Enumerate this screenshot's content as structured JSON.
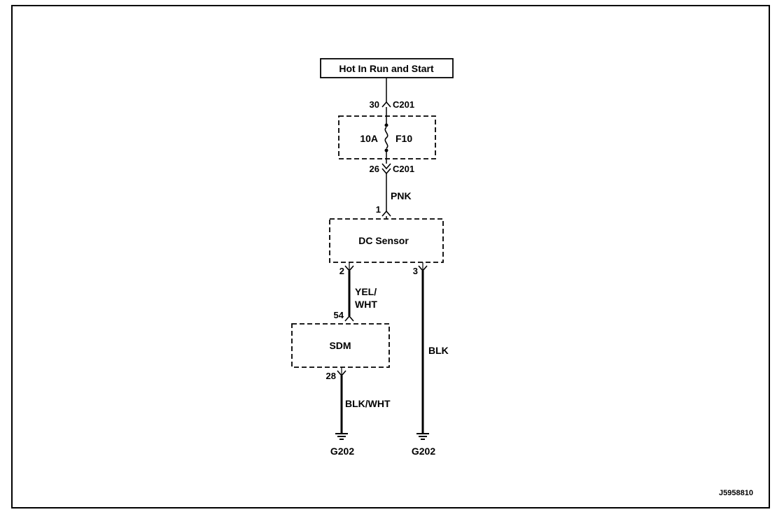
{
  "power_source": {
    "label": "Hot In Run and Start"
  },
  "connector_top": {
    "pin": "30",
    "name": "C201"
  },
  "fuse": {
    "rating": "10A",
    "name": "F10"
  },
  "connector_bottom": {
    "pin": "26",
    "name": "C201"
  },
  "wire_pnk": {
    "color": "PNK"
  },
  "dc_sensor": {
    "label": "DC Sensor",
    "pin_in": "1",
    "pin_yel": "2",
    "pin_blk": "3"
  },
  "wire_yel_wht": {
    "line1": "YEL/",
    "line2": "WHT"
  },
  "sdm": {
    "label": "SDM",
    "pin_in": "54",
    "pin_out": "28"
  },
  "wire_blk_wht": {
    "color": "BLK/WHT"
  },
  "wire_blk": {
    "color": "BLK"
  },
  "ground_left": {
    "label": "G202"
  },
  "ground_right": {
    "label": "G202"
  },
  "figure_id": "J5958810"
}
